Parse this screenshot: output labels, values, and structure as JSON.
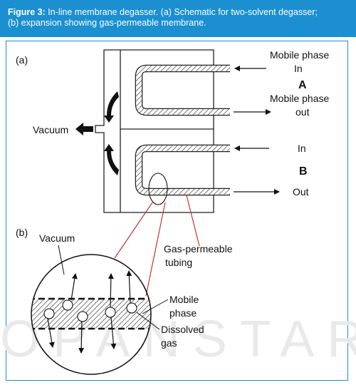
{
  "header": {
    "figure_label": "Figure 3:",
    "caption_line1": " In-line membrane degasser. (a) Schematic for two-solvent degasser;",
    "caption_line2": "(b) expansion showing gas-permeable membrane.",
    "background_color": "#1b8fd0"
  },
  "diagram": {
    "panel_a_label": "(a)",
    "panel_b_label": "(b)",
    "vacuum_label": "Vacuum",
    "section_a": {
      "mobile_phase_in_line1": "Mobile phase",
      "mobile_phase_in_line2": "In",
      "letter": "A",
      "mobile_phase_out_line1": "Mobile phase",
      "mobile_phase_out_line2": "out"
    },
    "section_b": {
      "in_label": "In",
      "letter": "B",
      "out_label": "Out"
    },
    "tubing_label_line1": "Gas-permeable",
    "tubing_label_line2": "tubing",
    "expanded_vacuum_label": "Vacuum",
    "mobile_phase_label_line1": "Mobile",
    "mobile_phase_label_line2": "phase",
    "dissolved_gas_label_line1": "Dissolved",
    "dissolved_gas_label_line2": "gas",
    "leader_color": "#c0392b"
  },
  "watermark": "OPANSTAR"
}
